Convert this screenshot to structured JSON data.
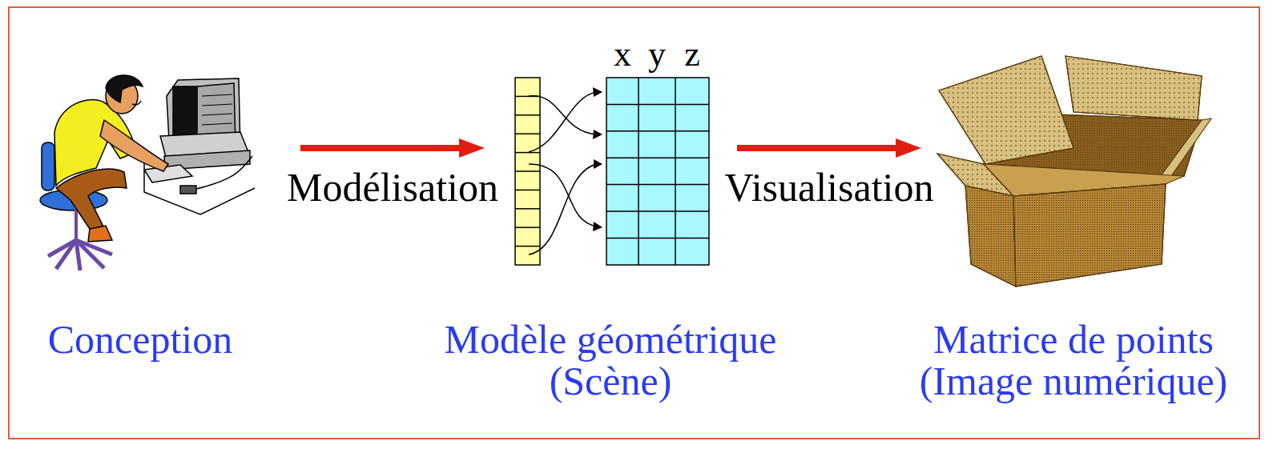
{
  "diagram": {
    "nodes": [
      {
        "text": [
          "Conception"
        ]
      },
      {
        "text": [
          "Modèle géométrique (Scène)"
        ]
      },
      {
        "text": [
          "Matrice de points (Image numérique)"
        ]
      }
    ],
    "edges": [
      {
        "from": 0,
        "to": 1,
        "arrow": "to",
        "label": "Modélisation"
      },
      {
        "from": 1,
        "to": 2,
        "arrow": "to",
        "label": "Visualisation"
      }
    ],
    "labels": [
      "x",
      "y",
      "z"
    ]
  }
}
